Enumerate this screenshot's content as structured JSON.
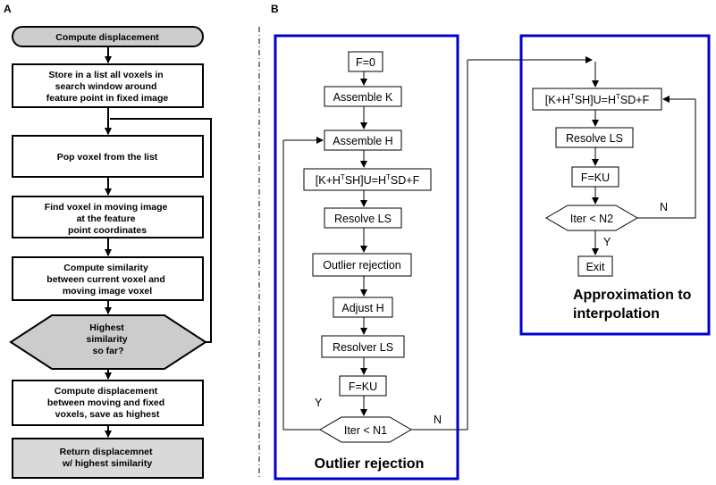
{
  "panel_a": {
    "label": "A",
    "nodes": [
      {
        "lines": [
          "Compute displacement"
        ]
      },
      {
        "lines": [
          "Store in a list all voxels in",
          "search window around",
          "feature point in fixed image"
        ]
      },
      {
        "lines": [
          "Pop voxel from the list"
        ]
      },
      {
        "lines": [
          "Find voxel in moving image",
          "at the feature",
          "point coordinates"
        ]
      },
      {
        "lines": [
          "Compute similarity",
          "between current voxel and",
          "moving image voxel"
        ]
      },
      {
        "lines": [
          "Highest",
          "similarity",
          "so far?"
        ]
      },
      {
        "lines": [
          "Compute displacement",
          "between moving and fixed",
          "voxels, save as highest"
        ]
      },
      {
        "lines": [
          "Return displacemnet",
          "w/ highest similarity"
        ]
      }
    ]
  },
  "panel_b": {
    "label": "B",
    "outlier": {
      "caption": "Outlier rejection",
      "nodes": {
        "f0": "F=0",
        "assemble_k": "Assemble K",
        "assemble_h": "Assemble H",
        "eq_pre": "[K+H",
        "eq_sup1": "T",
        "eq_mid": "SH]U=H",
        "eq_sup2": "T",
        "eq_post": "SD+F",
        "resolve_ls": "Resolve LS",
        "outlier_rej": "Outlier rejection",
        "adjust_h": "Adjust H",
        "resolver_ls": "Resolver LS",
        "f_ku": "F=KU",
        "iter": "Iter < N1"
      },
      "yes_label": "Y",
      "no_label": "N"
    },
    "approx": {
      "caption_line1": "Approximation to",
      "caption_line2": "interpolation",
      "nodes": {
        "eq_pre": "[K+H",
        "eq_sup1": "T",
        "eq_mid": "SH]U=H",
        "eq_sup2": "T",
        "eq_post": "SD+F",
        "resolve_ls": "Resolve LS",
        "f_ku": "F=KU",
        "iter": "Iter < N2",
        "exit": "Exit"
      },
      "yes_label": "Y",
      "no_label": "N"
    }
  }
}
